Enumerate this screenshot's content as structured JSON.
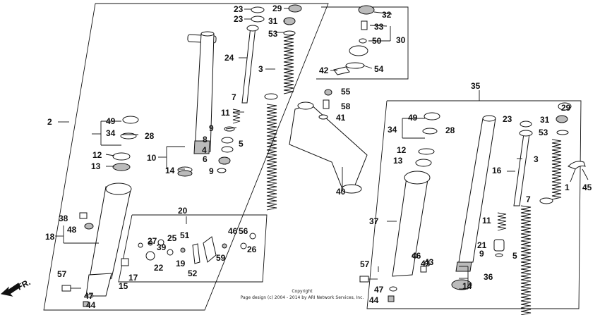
{
  "callouts": [
    "2",
    "10",
    "12",
    "13",
    "14",
    "18",
    "20",
    "22",
    "23",
    "23",
    "24",
    "25",
    "26",
    "27",
    "28",
    "29",
    "31",
    "3",
    "32",
    "33",
    "34",
    "30",
    "35",
    "36",
    "37",
    "38",
    "39",
    "40",
    "41",
    "42",
    "43",
    "44",
    "45",
    "46",
    "47",
    "48",
    "49",
    "5",
    "50",
    "51",
    "52",
    "53",
    "54",
    "55",
    "56",
    "57",
    "58",
    "59",
    "6",
    "7",
    "8",
    "9",
    "9",
    "4",
    "11",
    "15",
    "17",
    "19",
    "1",
    "16",
    "21",
    "3",
    "5",
    "7",
    "9",
    "11",
    "12",
    "13",
    "14",
    "23",
    "28",
    "29",
    "31",
    "34",
    "43",
    "44",
    "46",
    "47",
    "49",
    "53",
    "57"
  ],
  "copyright": {
    "line1": "Copyright",
    "line2": "Page design (c) 2004 - 2014 by ARI Network Services, Inc."
  },
  "direction": {
    "label": "FR."
  }
}
